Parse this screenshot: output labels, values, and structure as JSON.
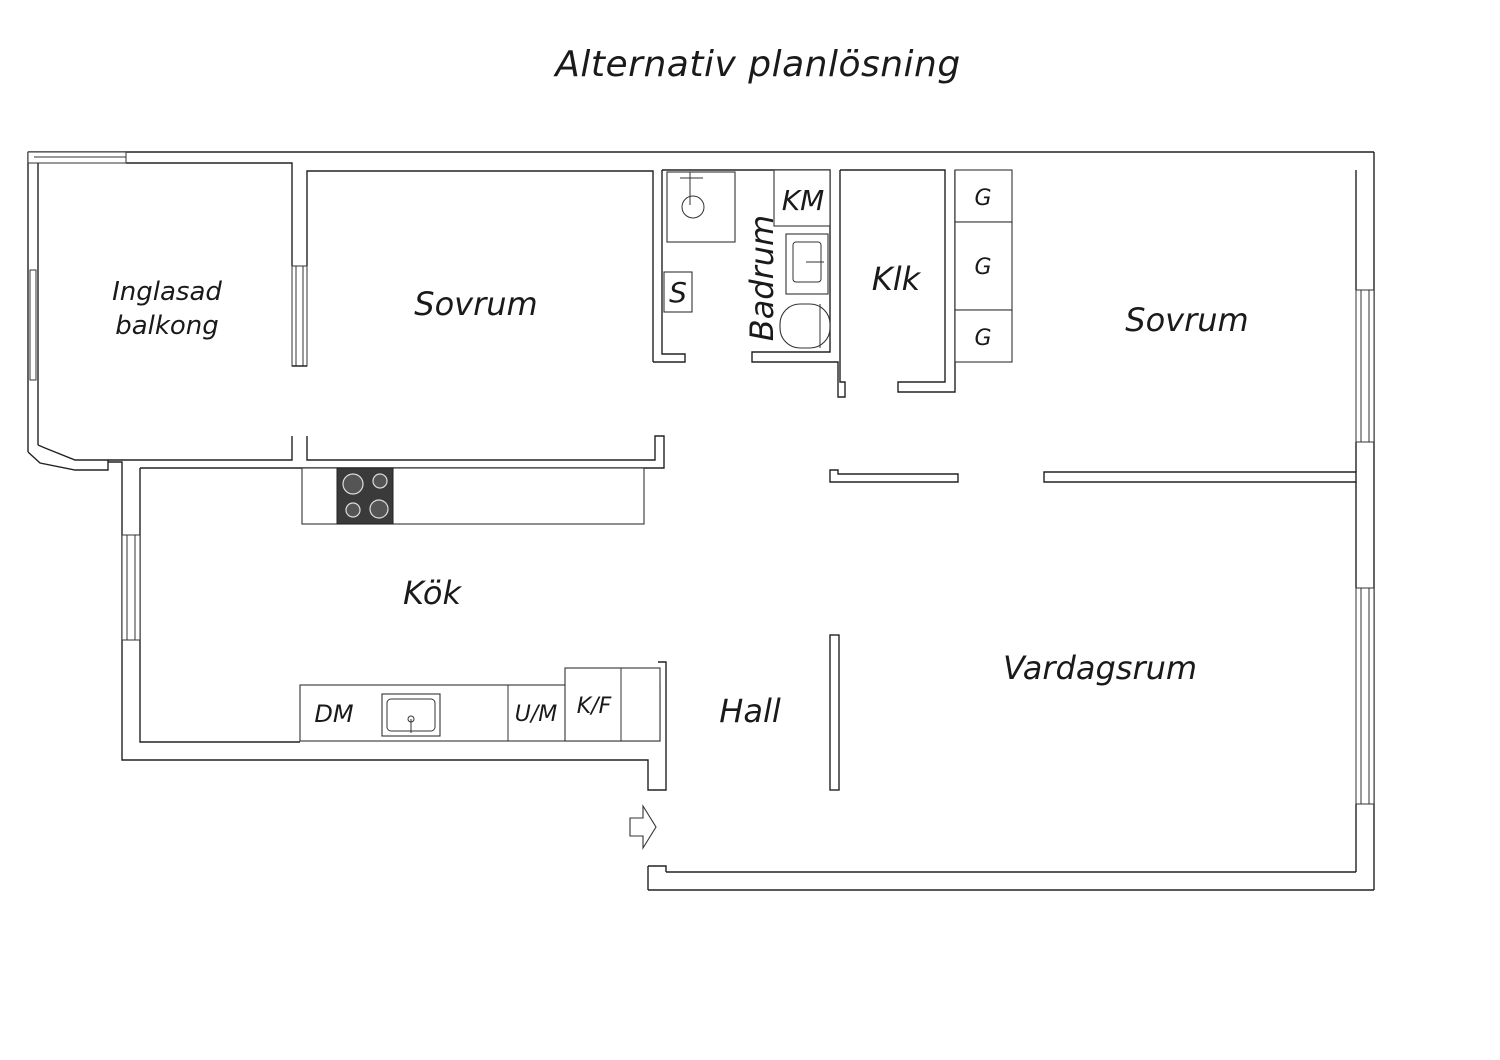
{
  "title": "Alternativ planlösning",
  "rooms": {
    "balcony_line1": "Inglasad",
    "balcony_line2": "balkong",
    "bedroom1": "Sovrum",
    "bathroom": "Badrum",
    "closet": "Klk",
    "bedroom2": "Sovrum",
    "kitchen": "Kök",
    "hall": "Hall",
    "living": "Vardagsrum"
  },
  "fixtures": {
    "washing_machine": "KM",
    "storage": "S",
    "wardrobe_1": "G",
    "wardrobe_2": "G",
    "wardrobe_3": "G",
    "dishwasher": "DM",
    "oven_microwave": "U/M",
    "fridge_freezer": "K/F"
  },
  "icons": {
    "entrance": "entrance-arrow-icon"
  },
  "colors": {
    "walls": "#222222",
    "stove": "#3a3a3a",
    "background": "#ffffff"
  }
}
